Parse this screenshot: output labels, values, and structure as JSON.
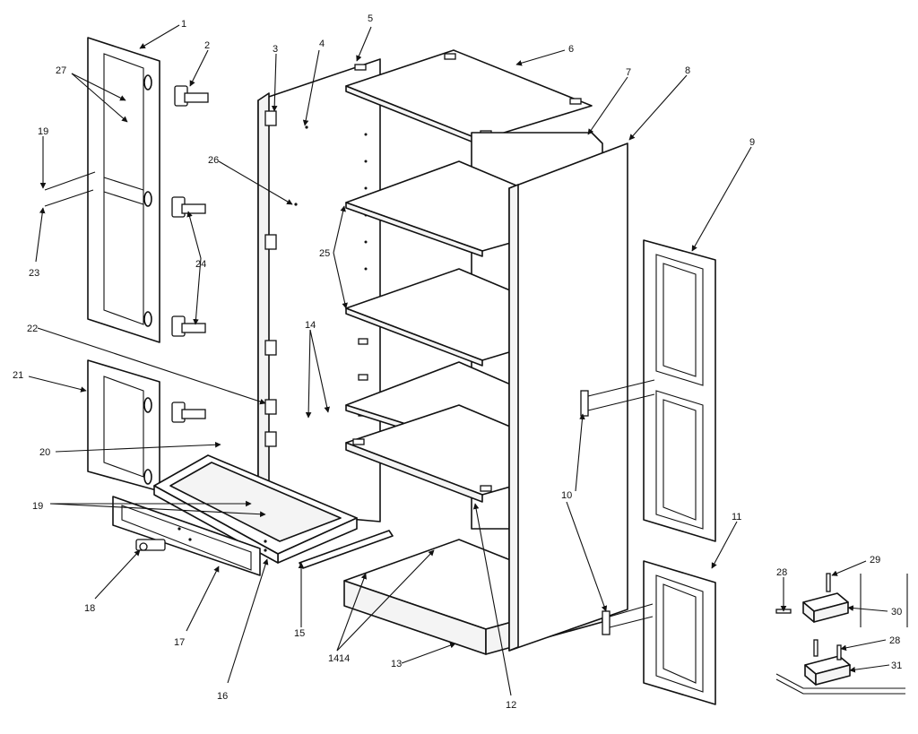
{
  "callouts": [
    "1",
    "2",
    "3",
    "4",
    "5",
    "6",
    "7",
    "8",
    "9",
    "10",
    "11",
    "12",
    "13",
    "14",
    "14",
    "14",
    "15",
    "16",
    "17",
    "18",
    "19",
    "19",
    "20",
    "21",
    "22",
    "23",
    "24",
    "25",
    "26",
    "27",
    "28",
    "28",
    "29",
    "30",
    "31"
  ]
}
